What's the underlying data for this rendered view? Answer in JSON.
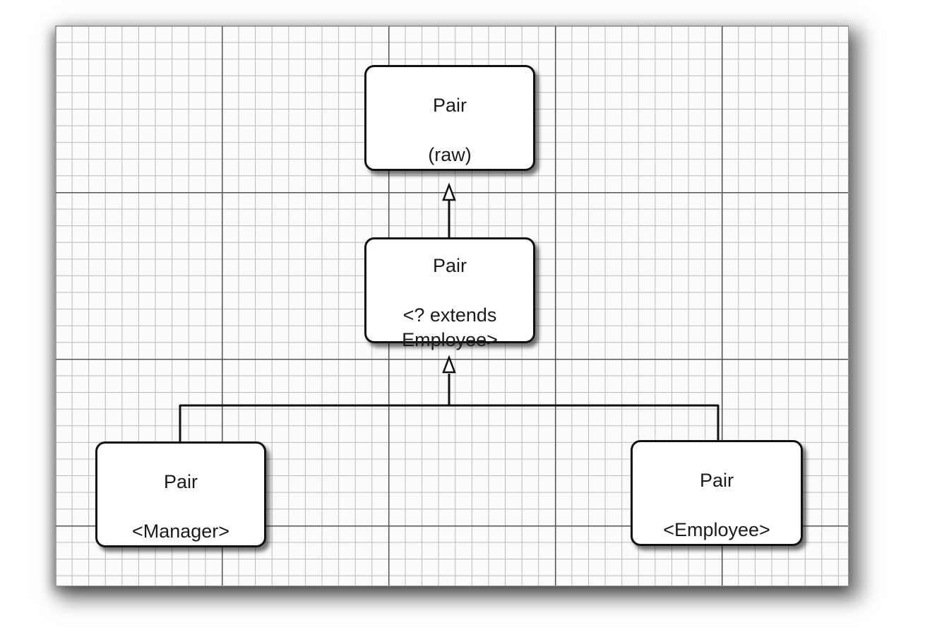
{
  "diagram": {
    "nodes": {
      "raw": {
        "title": "Pair",
        "detail": "(raw)"
      },
      "wildcard": {
        "title": "Pair",
        "detail": "<? extends\nEmployee>"
      },
      "manager": {
        "title": "Pair",
        "detail": "<Manager>"
      },
      "employee": {
        "title": "Pair",
        "detail": "<Employee>"
      }
    },
    "relations": [
      {
        "from": "wildcard",
        "to": "raw",
        "kind": "inheritance"
      },
      {
        "from": "manager",
        "to": "wildcard",
        "kind": "inheritance"
      },
      {
        "from": "employee",
        "to": "wildcard",
        "kind": "inheritance"
      }
    ]
  }
}
